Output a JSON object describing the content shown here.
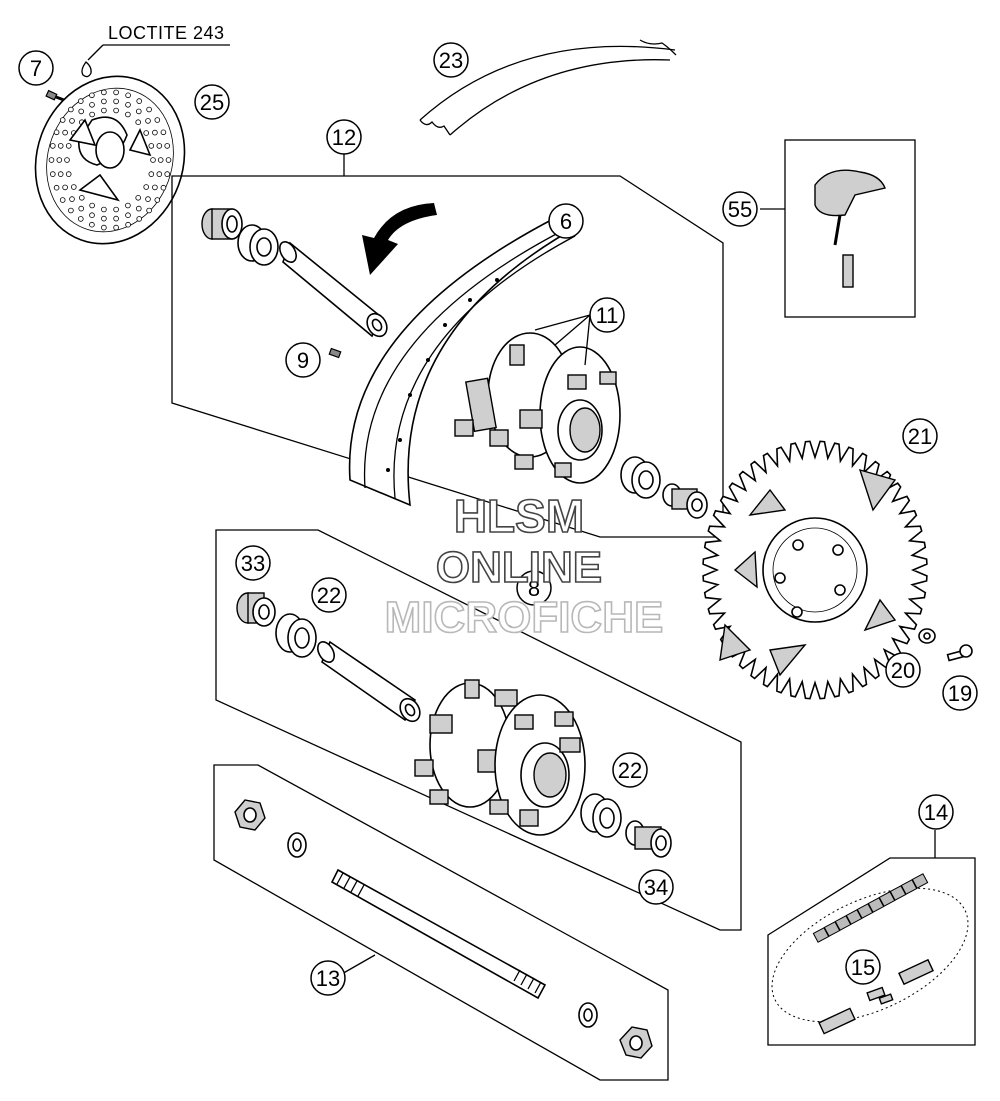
{
  "note": {
    "loctite": "LOCTITE 243"
  },
  "callouts": {
    "c7": "7",
    "c25": "25",
    "c23": "23",
    "c12": "12",
    "c6": "6",
    "c11": "11",
    "c9": "9",
    "c55": "55",
    "c21": "21",
    "c8": "8",
    "c33": "33",
    "c22a": "22",
    "c22b": "22",
    "c20": "20",
    "c19": "19",
    "c34": "34",
    "c14": "14",
    "c13": "13",
    "c15": "15"
  },
  "watermark": {
    "line1": "HLSM",
    "line2": "ONLINE",
    "line3": "MICROFICHE"
  }
}
